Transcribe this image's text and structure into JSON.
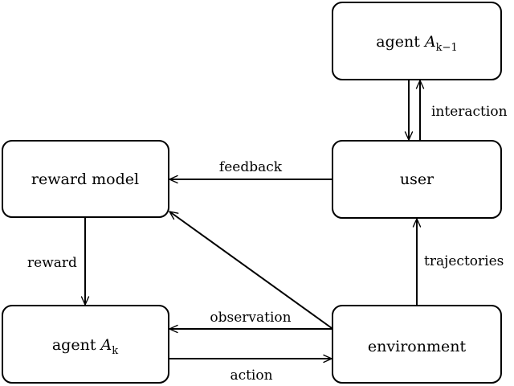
{
  "nodes": {
    "agent_prev": {
      "label": "agent ",
      "symbol": "A",
      "subscript": "k−1"
    },
    "reward_model": {
      "label": "reward model"
    },
    "user": {
      "label": "user"
    },
    "agent_k": {
      "label": "agent ",
      "symbol": "A",
      "subscript": "k"
    },
    "environment": {
      "label": "environment"
    }
  },
  "edges": {
    "interaction": "interaction",
    "feedback": "feedback",
    "reward": "reward",
    "trajectories": "trajectories",
    "observation": "observation",
    "action": "action"
  }
}
